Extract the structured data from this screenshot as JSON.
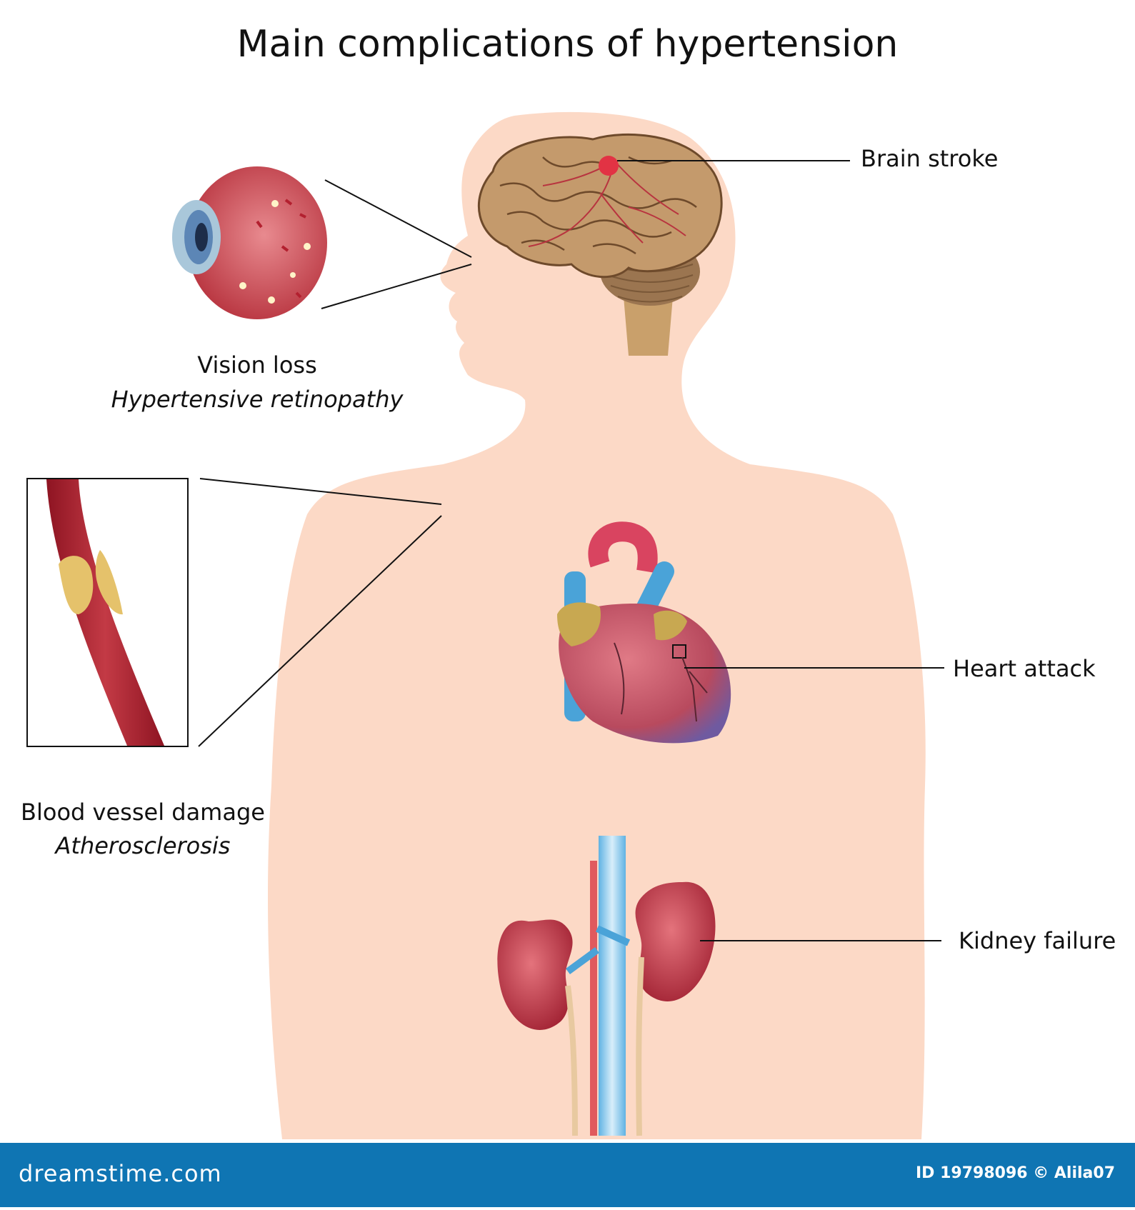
{
  "title": "Main complications of hypertension",
  "labels": {
    "brain": "Brain stroke",
    "vision_title": "Vision loss",
    "vision_subtitle": "Hypertensive retinopathy",
    "vessel_title": "Blood vessel damage",
    "vessel_subtitle": "Atherosclerosis",
    "heart": "Heart attack",
    "kidney": "Kidney failure"
  },
  "footer": {
    "brand": "dreamstime.com",
    "id": "ID 19798096 © Alila07"
  },
  "colors": {
    "skin": "#fcd9c6",
    "brain": "#c49a6c",
    "vessel": "#b52733",
    "plaque": "#e5c26b",
    "artery_blue": "#4aa3d8",
    "heart": "#c94f63",
    "kidney": "#c0394a",
    "footer": "#0f75b3"
  },
  "icons": [
    "eye-illustration",
    "brain-illustration",
    "heart-illustration",
    "kidneys-illustration",
    "artery-illustration",
    "human-silhouette"
  ]
}
